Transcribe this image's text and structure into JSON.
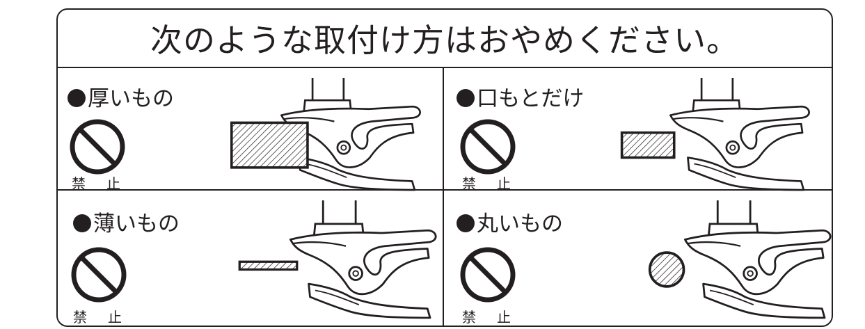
{
  "title": "次のような取付け方はおやめください。",
  "panels": [
    {
      "label": "厚いもの",
      "prohibited_1": "禁",
      "prohibited_2": "止"
    },
    {
      "label": "口もとだけ",
      "prohibited_1": "禁",
      "prohibited_2": "止"
    },
    {
      "label": "薄いもの",
      "prohibited_1": "禁",
      "prohibited_2": "止"
    },
    {
      "label": "丸いもの",
      "prohibited_1": "禁",
      "prohibited_2": "止"
    }
  ],
  "icons": [
    "prohibition-icon",
    "clip-icon"
  ],
  "colors": {
    "ink": "#231f20",
    "background": "#ffffff"
  }
}
